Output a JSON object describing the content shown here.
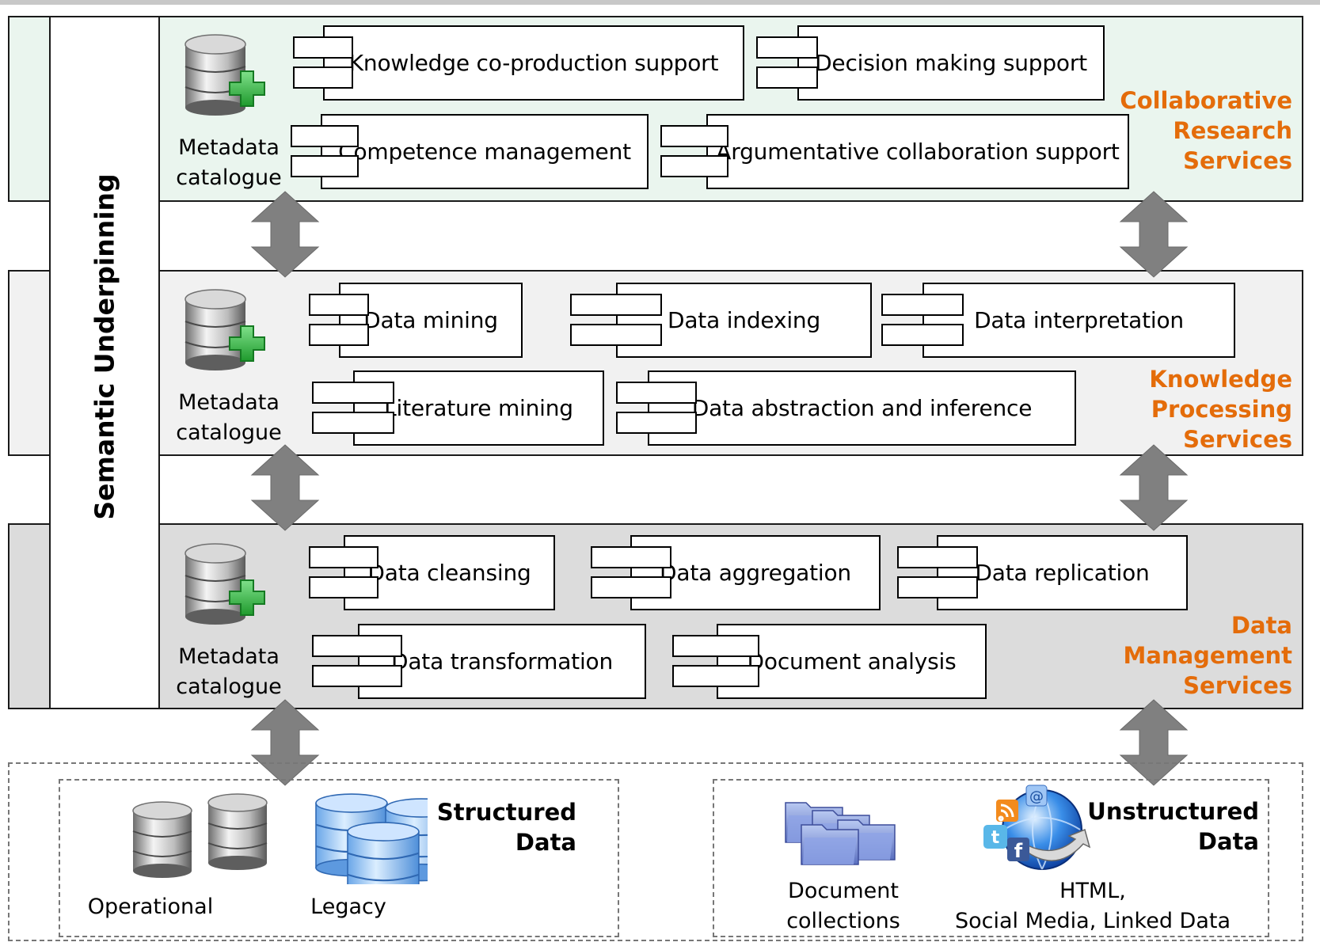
{
  "semantic_underpinning": "Semantic Underpinning",
  "metadata_label": [
    "Metadata",
    "catalogue"
  ],
  "layers": {
    "collaborative": {
      "label": [
        "Collaborative",
        "Research",
        "Services"
      ],
      "components": [
        "Knowledge co-production support",
        "Decision making support",
        "Competence management",
        "Argumentative collaboration support"
      ]
    },
    "knowledge": {
      "label": [
        "Knowledge",
        "Processing",
        "Services"
      ],
      "components": [
        "Data mining",
        "Data indexing",
        "Data interpretation",
        "Literature mining",
        "Data abstraction and inference"
      ]
    },
    "data_management": {
      "label": [
        "Data",
        "Management",
        "Services"
      ],
      "components": [
        "Data cleansing",
        "Data aggregation",
        "Data replication",
        "Data transformation",
        "Document analysis"
      ]
    }
  },
  "sources": {
    "structured": {
      "title": [
        "Structured",
        "Data"
      ],
      "labels": [
        "Operational",
        "Legacy"
      ]
    },
    "unstructured": {
      "title": [
        "Unstructured",
        "Data"
      ],
      "labels": [
        [
          "Document",
          "collections"
        ],
        [
          "HTML,",
          "Social Media, Linked Data"
        ]
      ]
    }
  },
  "colors": {
    "layer_label": "#e46c0a",
    "collab_bg": "#eaf5ee",
    "knowledge_bg": "#f1f1f1",
    "data_bg": "#dcdcdc",
    "arrow": "#808080"
  },
  "icons": {
    "metadata": "database-add-icon",
    "arrow": "double-headed-vertical-arrow-icon",
    "operational": "silver-database-icon",
    "legacy": "blue-database-icon",
    "documents": "folders-icon",
    "web": "social-web-icon"
  }
}
